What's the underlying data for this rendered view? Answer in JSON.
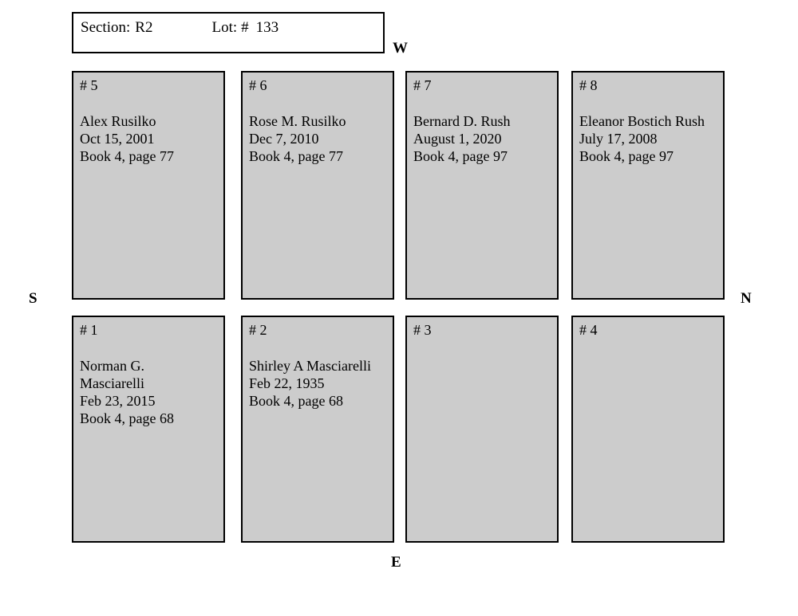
{
  "header": {
    "section_label": "Section:",
    "section_value": "R2",
    "lot_label": "Lot:",
    "lot_hash": "#",
    "lot_value": "133"
  },
  "compass": {
    "west": "W",
    "north": "N",
    "south": "S",
    "east": "E"
  },
  "plots": [
    {
      "number": "# 5",
      "name": "Alex Rusilko",
      "date": "Oct 15, 2001",
      "reference": "Book 4, page 77",
      "extra": ""
    },
    {
      "number": "# 6",
      "name": "Rose M. Rusilko",
      "date": "Dec 7, 2010",
      "reference": "Book 4, page 77",
      "extra": ""
    },
    {
      "number": "# 7",
      "name": "Bernard D. Rush",
      "date": "August 1, 2020",
      "reference": "Book 4, page 97",
      "extra": ""
    },
    {
      "number": "# 8",
      "name": "Eleanor Bostich Rush",
      "date": "July 17, 2008",
      "reference": "Book 4, page 97",
      "extra": ""
    },
    {
      "number": "# 1",
      "name": "Norman G.",
      "extra": "Masciarelli",
      "date": "Feb 23, 2015",
      "reference": "Book 4, page 68"
    },
    {
      "number": "# 2",
      "name": "Shirley A Masciarelli",
      "extra": "",
      "date": "Feb 22, 1935",
      "reference": "Book 4, page 68"
    },
    {
      "number": "# 3",
      "name": "",
      "extra": "",
      "date": "",
      "reference": ""
    },
    {
      "number": "# 4",
      "name": "",
      "extra": "",
      "date": "",
      "reference": ""
    }
  ],
  "colors": {
    "plot_fill": "#cccccc",
    "border": "#000000",
    "page_background": "#ffffff"
  }
}
